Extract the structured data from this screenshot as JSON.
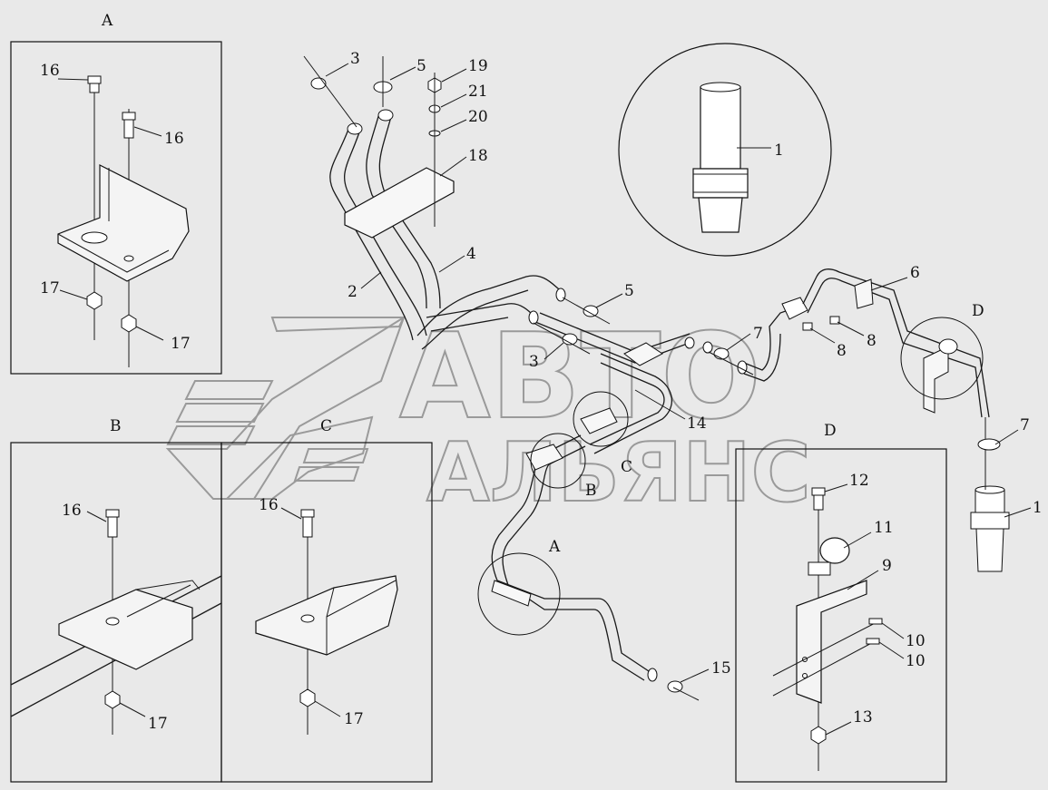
{
  "views": {
    "a": "A",
    "b": "B",
    "c": "C",
    "d": "D"
  },
  "callouts": {
    "main": {
      "n1_detail": "1",
      "n1_right": "1",
      "n2": "2",
      "n3_top": "3",
      "n3_mid": "3",
      "n4": "4",
      "n5_top": "5",
      "n5_mid": "5",
      "n6": "6",
      "n7_mid": "7",
      "n7_right": "7",
      "n8_a": "8",
      "n8_b": "8",
      "n14": "14",
      "n15": "15",
      "n18": "18",
      "n19": "19",
      "n20": "20",
      "n21": "21",
      "mark_a": "A",
      "mark_b": "B",
      "mark_c": "C",
      "mark_d": "D"
    },
    "detail_a": {
      "n16a": "16",
      "n16b": "16",
      "n17a": "17",
      "n17b": "17"
    },
    "detail_b": {
      "n16": "16",
      "n17": "17"
    },
    "detail_c": {
      "n16": "16",
      "n17": "17"
    },
    "detail_d": {
      "n9": "9",
      "n10a": "10",
      "n10b": "10",
      "n11": "11",
      "n12": "12",
      "n13": "13"
    }
  },
  "watermark": {
    "line1": "АВТО",
    "line2": "АЛЬЯНС"
  }
}
